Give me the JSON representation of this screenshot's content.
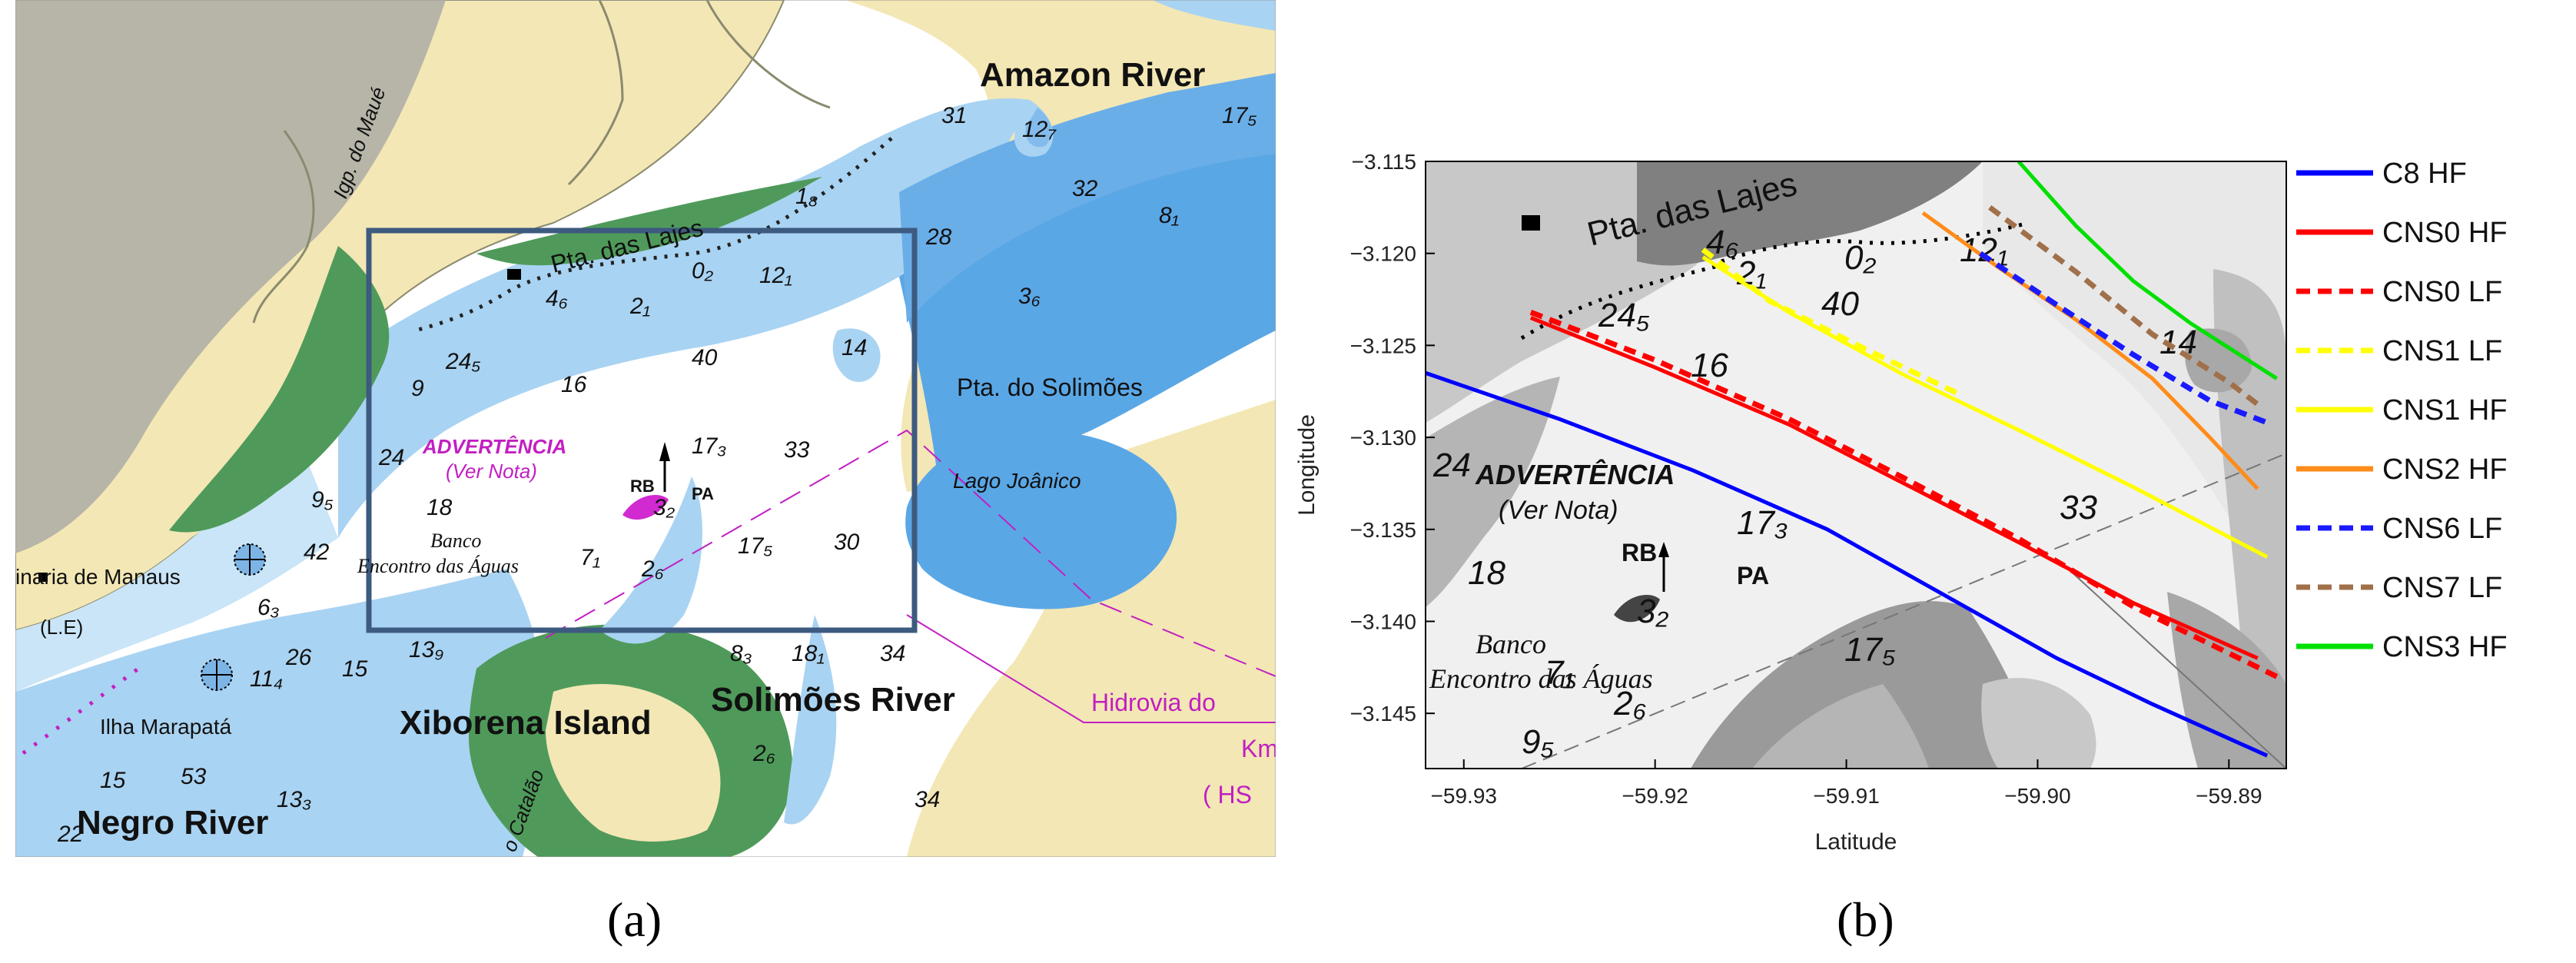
{
  "figure": {
    "label_a": "(a)",
    "label_b": "(b)"
  },
  "map_a": {
    "regions": {
      "amazon": "Amazon River",
      "solimoes": "Solimões River",
      "negro": "Negro River",
      "xiborena": "Xiborena Island"
    },
    "chart_text": {
      "pta_lajes": "Pta. das Lajes",
      "pta_solimoes": "Pta. do Solimões",
      "lago": "Lago Joânico",
      "advertencia": "ADVERTÊNCIA",
      "ver_nota": "(Ver Nota)",
      "banco": "Banco",
      "encontro": "Encontro das Águas",
      "manaus": "inaria de Manaus",
      "marapata": "Ilha Marapatá",
      "hidrovia": "Hidrovia do",
      "km": "Km",
      "hs": "( HS",
      "igarape": "Igp. do Maué",
      "catalao": "o Catalão",
      "le": "(L.E)",
      "rb": "RB",
      "pa": "PA"
    },
    "soundings": [
      "31",
      "12₇",
      "17₅",
      "32",
      "8₁",
      "28",
      "3₆",
      "1₈",
      "12₁",
      "0₂",
      "2₁",
      "4₆",
      "24₅",
      "16",
      "40",
      "14",
      "9",
      "24",
      "18",
      "17₃",
      "33",
      "3₂",
      "7₁",
      "2₆",
      "17₅",
      "30",
      "9₅",
      "42",
      "6₃",
      "11₄",
      "26",
      "15",
      "13₉",
      "8₃",
      "18₁",
      "34",
      "2₆",
      "53",
      "15",
      "22",
      "13₃",
      "34"
    ]
  },
  "chart_data": {
    "type": "line",
    "xlabel": "Latitude",
    "ylabel": "Longitude",
    "xlim": [
      -59.932,
      -59.887
    ],
    "ylim": [
      -3.148,
      -3.115
    ],
    "xticks": [
      "−59.93",
      "−59.92",
      "−59.91",
      "−59.90",
      "−59.89"
    ],
    "xtick_values": [
      -59.93,
      -59.92,
      -59.91,
      -59.9,
      -59.89
    ],
    "yticks": [
      "−3.115",
      "−3.120",
      "−3.125",
      "−3.130",
      "−3.135",
      "−3.140",
      "−3.145"
    ],
    "ytick_values": [
      -3.115,
      -3.12,
      -3.125,
      -3.13,
      -3.135,
      -3.14,
      -3.145
    ],
    "legend_position": "right",
    "background": "nautical chart",
    "series": [
      {
        "name": "C8 HF",
        "color": "#0000ff",
        "dash": "solid",
        "x": [
          -59.932,
          -59.925,
          -59.918,
          -59.911,
          -59.905,
          -59.899,
          -59.894,
          -59.888
        ],
        "y": [
          -3.1265,
          -3.129,
          -3.1318,
          -3.135,
          -3.1385,
          -3.142,
          -3.1445,
          -3.1473
        ]
      },
      {
        "name": "CNS0 HF",
        "color": "#ff0000",
        "dash": "solid",
        "x": [
          -59.9265,
          -59.92,
          -59.913,
          -59.907,
          -59.901,
          -59.895,
          -59.8885
        ],
        "y": [
          -3.1235,
          -3.1262,
          -3.1293,
          -3.1325,
          -3.1357,
          -3.139,
          -3.142
        ]
      },
      {
        "name": "CNS0 LF",
        "color": "#ff0000",
        "dash": "dash",
        "x": [
          -59.9265,
          -59.92,
          -59.913,
          -59.907,
          -59.901,
          -59.895,
          -59.8875
        ],
        "y": [
          -3.1232,
          -3.1258,
          -3.129,
          -3.1322,
          -3.1355,
          -3.1392,
          -3.143
        ]
      },
      {
        "name": "CNS1 LF",
        "color": "#ffff00",
        "dash": "dash",
        "x": [
          -59.9175,
          -59.914,
          -59.909,
          -59.904
        ],
        "y": [
          -3.1198,
          -3.1226,
          -3.1252,
          -3.1277
        ]
      },
      {
        "name": "CNS1 HF",
        "color": "#ffff00",
        "dash": "solid",
        "x": [
          -59.9175,
          -59.913,
          -59.907,
          -59.901,
          -59.895,
          -59.888
        ],
        "y": [
          -3.1202,
          -3.1232,
          -3.1266,
          -3.1296,
          -3.1327,
          -3.1365
        ]
      },
      {
        "name": "CNS2 HF",
        "color": "#ff8c1a",
        "dash": "solid",
        "x": [
          -59.906,
          -59.902,
          -59.898,
          -59.894,
          -59.891,
          -59.8885
        ],
        "y": [
          -3.1178,
          -3.1208,
          -3.1236,
          -3.1268,
          -3.13,
          -3.1328
        ]
      },
      {
        "name": "CNS6 LF",
        "color": "#1a1aff",
        "dash": "dash",
        "x": [
          -59.903,
          -59.899,
          -59.895,
          -59.891,
          -59.888
        ],
        "y": [
          -3.12,
          -3.1228,
          -3.1255,
          -3.128,
          -3.1292
        ]
      },
      {
        "name": "CNS7 LF",
        "color": "#a0704a",
        "dash": "dash",
        "x": [
          -59.9025,
          -59.898,
          -59.894,
          -59.89,
          -59.8885
        ],
        "y": [
          -3.1175,
          -3.121,
          -3.1244,
          -3.127,
          -3.1282
        ]
      },
      {
        "name": "CNS3 HF",
        "color": "#00e000",
        "dash": "solid",
        "x": [
          -59.901,
          -59.898,
          -59.895,
          -59.892,
          -59.8875
        ],
        "y": [
          -3.115,
          -3.1185,
          -3.1215,
          -3.1238,
          -3.1268
        ]
      }
    ]
  }
}
